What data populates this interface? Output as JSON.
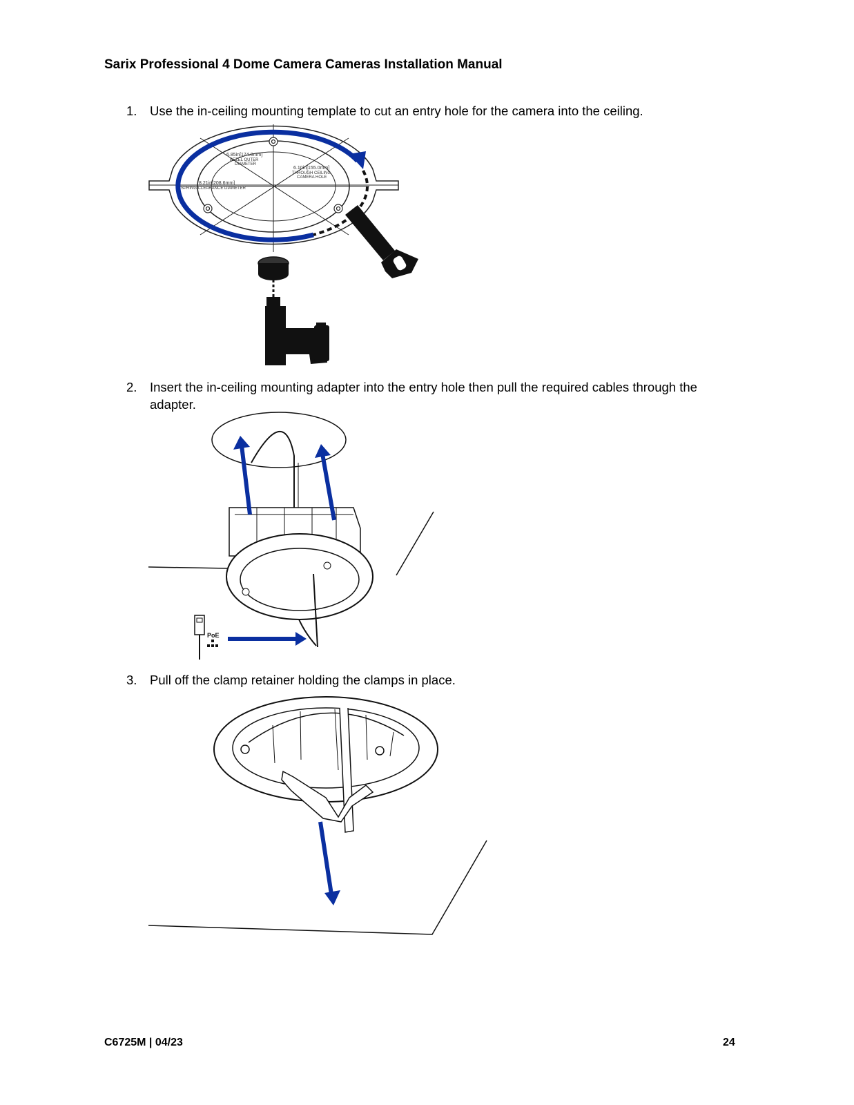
{
  "header": {
    "title": "Sarix Professional 4 Dome Camera Cameras Installation Manual"
  },
  "steps": [
    {
      "number": "1.",
      "text": "Use the in-ceiling mounting template to cut an entry hole for the camera into the ceiling."
    },
    {
      "number": "2.",
      "text": "Insert the in-ceiling mounting adapter into the entry hole then pull the required cables through the adapter."
    },
    {
      "number": "3.",
      "text": "Pull off the clamp retainer holding the clamps in place."
    }
  ],
  "figure1": {
    "label_bezel_1": "6.85in[174.0mm]",
    "label_bezel_2": "BEZEL OUTER",
    "label_bezel_3": "DIAMETER",
    "label_hole_1": "6.10in[155.0mm]",
    "label_hole_2": "THROUGH CEILING",
    "label_hole_3": "CAMERA HOLE",
    "label_spring_1": "8.21in[208.6mm]",
    "label_spring_2": "SPRING CLEARANCE DIAMETER"
  },
  "figure2": {
    "poe_label": "PoE"
  },
  "footer": {
    "doc_code": "C6725M | 04/23",
    "page_number": "24"
  },
  "colors": {
    "arrow": "#0a2fa0",
    "ink": "#111111"
  }
}
